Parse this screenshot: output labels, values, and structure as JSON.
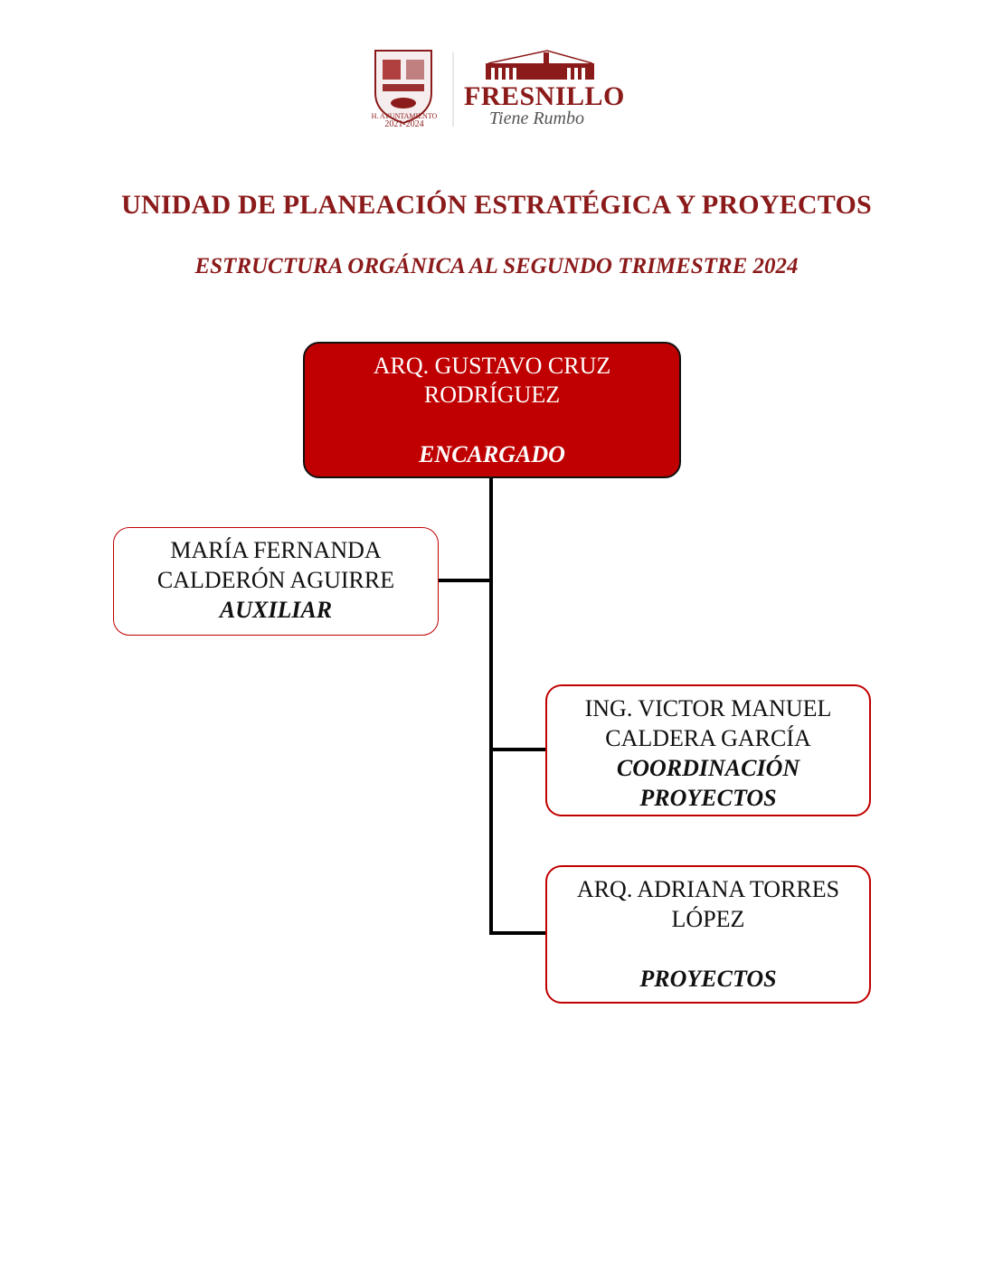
{
  "logo": {
    "seal_text_top": "H. AYUNTAMIENTO",
    "seal_text_years": "2021-2024",
    "brand_name": "FRESNILLO",
    "brand_tagline": "Tiene Rumbo"
  },
  "header": {
    "title": "UNIDAD DE PLANEACIÓN ESTRATÉGICA Y PROYECTOS",
    "subtitle": "ESTRUCTURA ORGÁNICA AL SEGUNDO TRIMESTRE 2024"
  },
  "org_chart": {
    "head": {
      "name_line1": "ARQ. GUSTAVO CRUZ",
      "name_line2": "RODRÍGUEZ",
      "role": "ENCARGADO"
    },
    "auxiliar": {
      "name_line1": "MARÍA FERNANDA",
      "name_line2": "CALDERÓN AGUIRRE",
      "role": "AUXILIAR"
    },
    "coordinacion": {
      "name_line1": "ING. VICTOR MANUEL",
      "name_line2": "CALDERA GARCÍA",
      "role_line1": "COORDINACIÓN",
      "role_line2": "PROYECTOS"
    },
    "proyectos": {
      "name_line1": "ARQ. ADRIANA TORRES",
      "name_line2": "LÓPEZ",
      "role": "PROYECTOS"
    }
  },
  "colors": {
    "brand": "#8b1a1a",
    "head_fill": "#c00000",
    "box_border": "#c00000"
  }
}
